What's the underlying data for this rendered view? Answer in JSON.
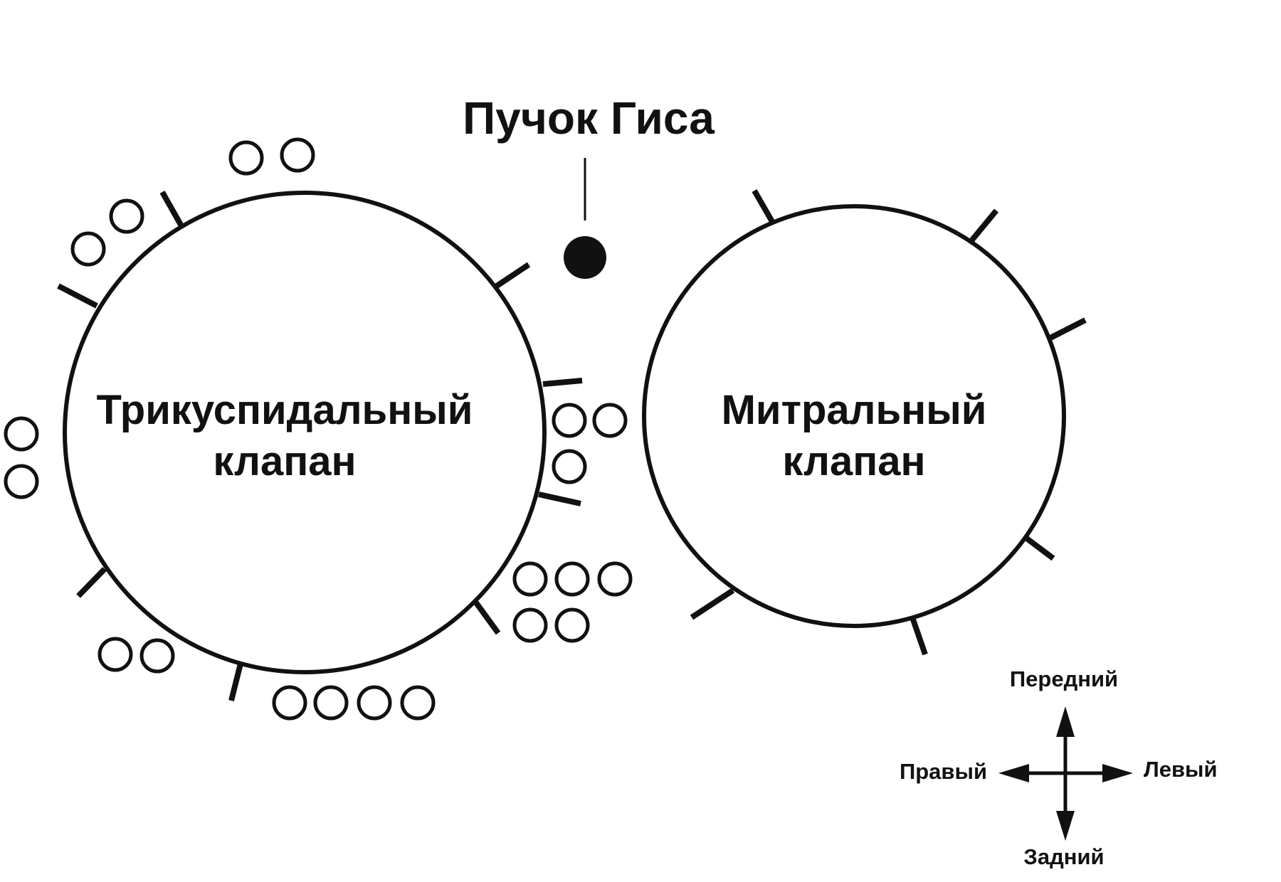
{
  "his_bundle": {
    "label": "Пучок Гиса"
  },
  "tricuspid": {
    "line1": "Трикуспидальный",
    "line2": "клапан"
  },
  "mitral": {
    "line1": "Митральный",
    "line2": "клапан"
  },
  "compass": {
    "anterior": "Передний",
    "posterior": "Задний",
    "right": "Правый",
    "left": "Левый"
  },
  "colors": {
    "ink": "#111111",
    "background": "#ffffff"
  }
}
